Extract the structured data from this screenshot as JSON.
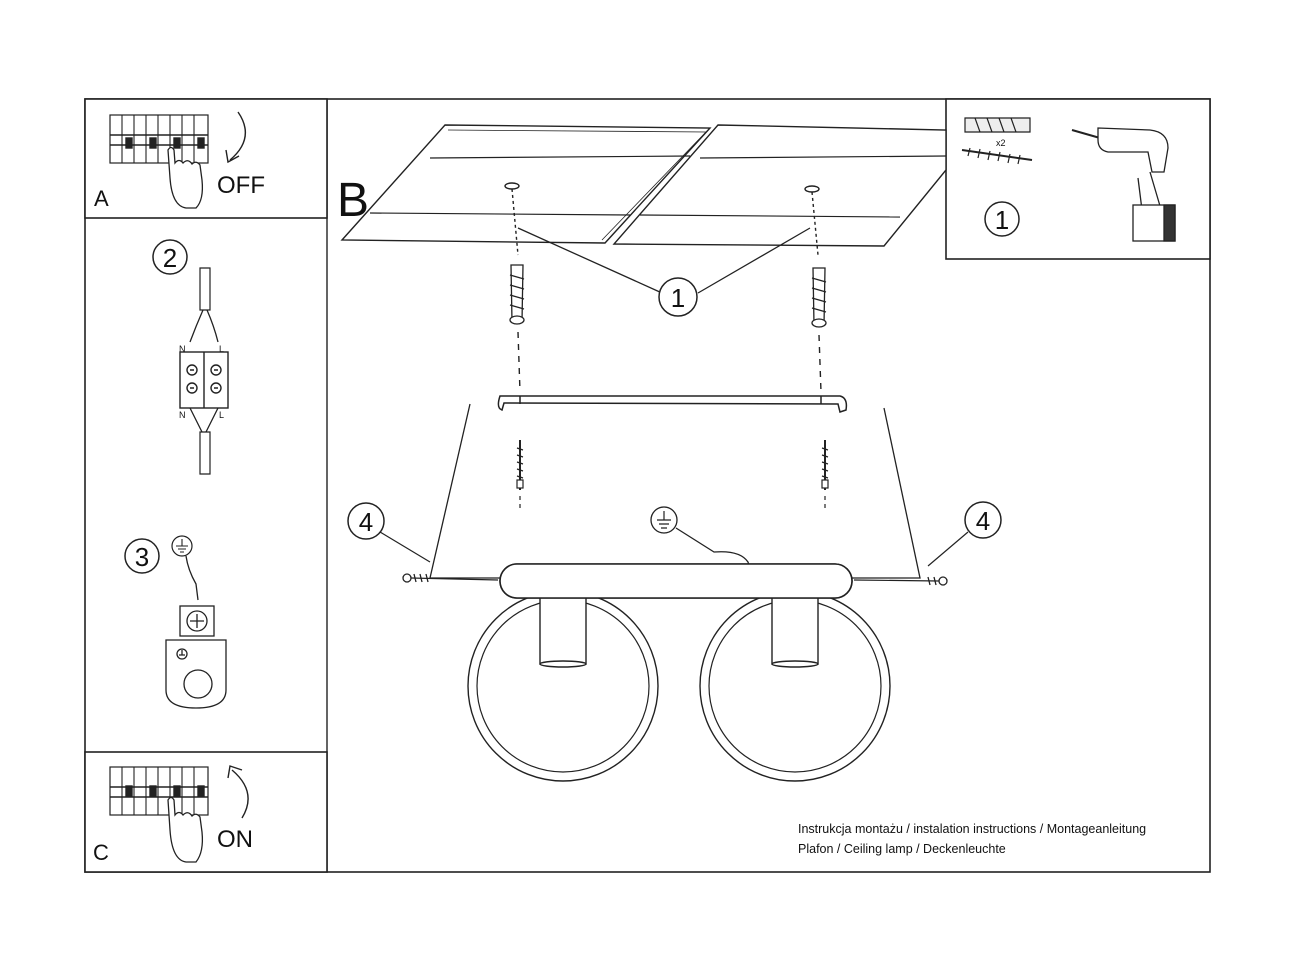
{
  "panels": {
    "a": {
      "letter": "A",
      "state": "OFF"
    },
    "b": {
      "letter": "B"
    },
    "c": {
      "letter": "C",
      "state": "ON"
    }
  },
  "steps": {
    "drill": "1",
    "ceiling": "1",
    "wiring": "2",
    "ground": "3",
    "screw_left": "4",
    "screw_right": "4"
  },
  "wiring": {
    "n_top": "N",
    "l_top": "L",
    "n_bottom": "N",
    "l_bottom": "L"
  },
  "kit": {
    "count": "x2"
  },
  "footer": {
    "line1": "Instrukcja montażu / instalation instructions / Montageanleitung",
    "line2": "Plafon / Ceiling lamp / Deckenleuchte"
  }
}
